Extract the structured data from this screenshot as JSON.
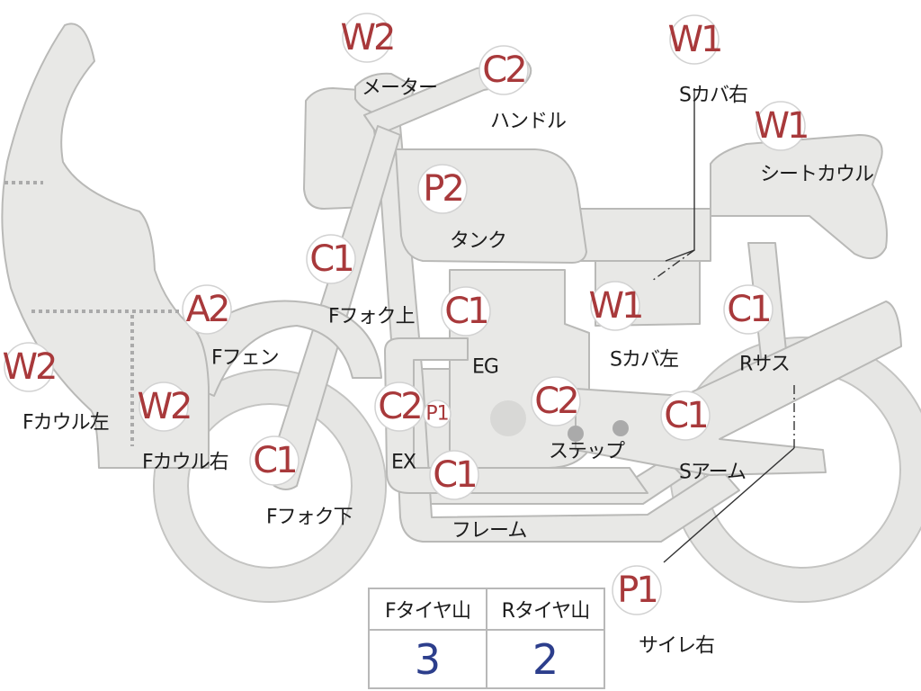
{
  "parts": [
    {
      "id": "meter",
      "label": "メーター",
      "grade": "W2"
    },
    {
      "id": "handle",
      "label": "ハンドル",
      "grade": "C2"
    },
    {
      "id": "side-cover-right",
      "label": "Sカバ右",
      "grade": "W1"
    },
    {
      "id": "seat-cowl",
      "label": "シートカウル",
      "grade": "W1"
    },
    {
      "id": "tank",
      "label": "タンク",
      "grade": "P2"
    },
    {
      "id": "front-fork-upper",
      "label": "Fフォク上",
      "grade": "C1"
    },
    {
      "id": "front-fender",
      "label": "Fフェン",
      "grade": "A2"
    },
    {
      "id": "engine",
      "label": "EG",
      "grade": "C1"
    },
    {
      "id": "side-cover-left",
      "label": "Sカバ左",
      "grade": "W1"
    },
    {
      "id": "rear-suspension",
      "label": "Rサス",
      "grade": "C1"
    },
    {
      "id": "cowl-left",
      "label": "Fカウル左",
      "grade": "W2"
    },
    {
      "id": "cowl-right",
      "label": "Fカウル右",
      "grade": "W2"
    },
    {
      "id": "exhaust",
      "label": "EX",
      "grade": "C2",
      "extra_grade": "P1"
    },
    {
      "id": "step",
      "label": "ステップ",
      "grade": "C2"
    },
    {
      "id": "swing-arm",
      "label": "Sアーム",
      "grade": "C1"
    },
    {
      "id": "front-fork-lower",
      "label": "Fフォク下",
      "grade": "C1"
    },
    {
      "id": "frame",
      "label": "フレーム",
      "grade": "C1"
    },
    {
      "id": "muffler-right",
      "label": "サイレ右",
      "grade": "P1"
    }
  ],
  "tire_table": {
    "headers": [
      "Fタイヤ山",
      "Rタイヤ山"
    ],
    "values": [
      "3",
      "2"
    ]
  },
  "colors": {
    "body": "#e8e8e6",
    "outline": "#b9b9b7",
    "grade_text": "#a8393b",
    "table_value": "#2c3e8c"
  }
}
